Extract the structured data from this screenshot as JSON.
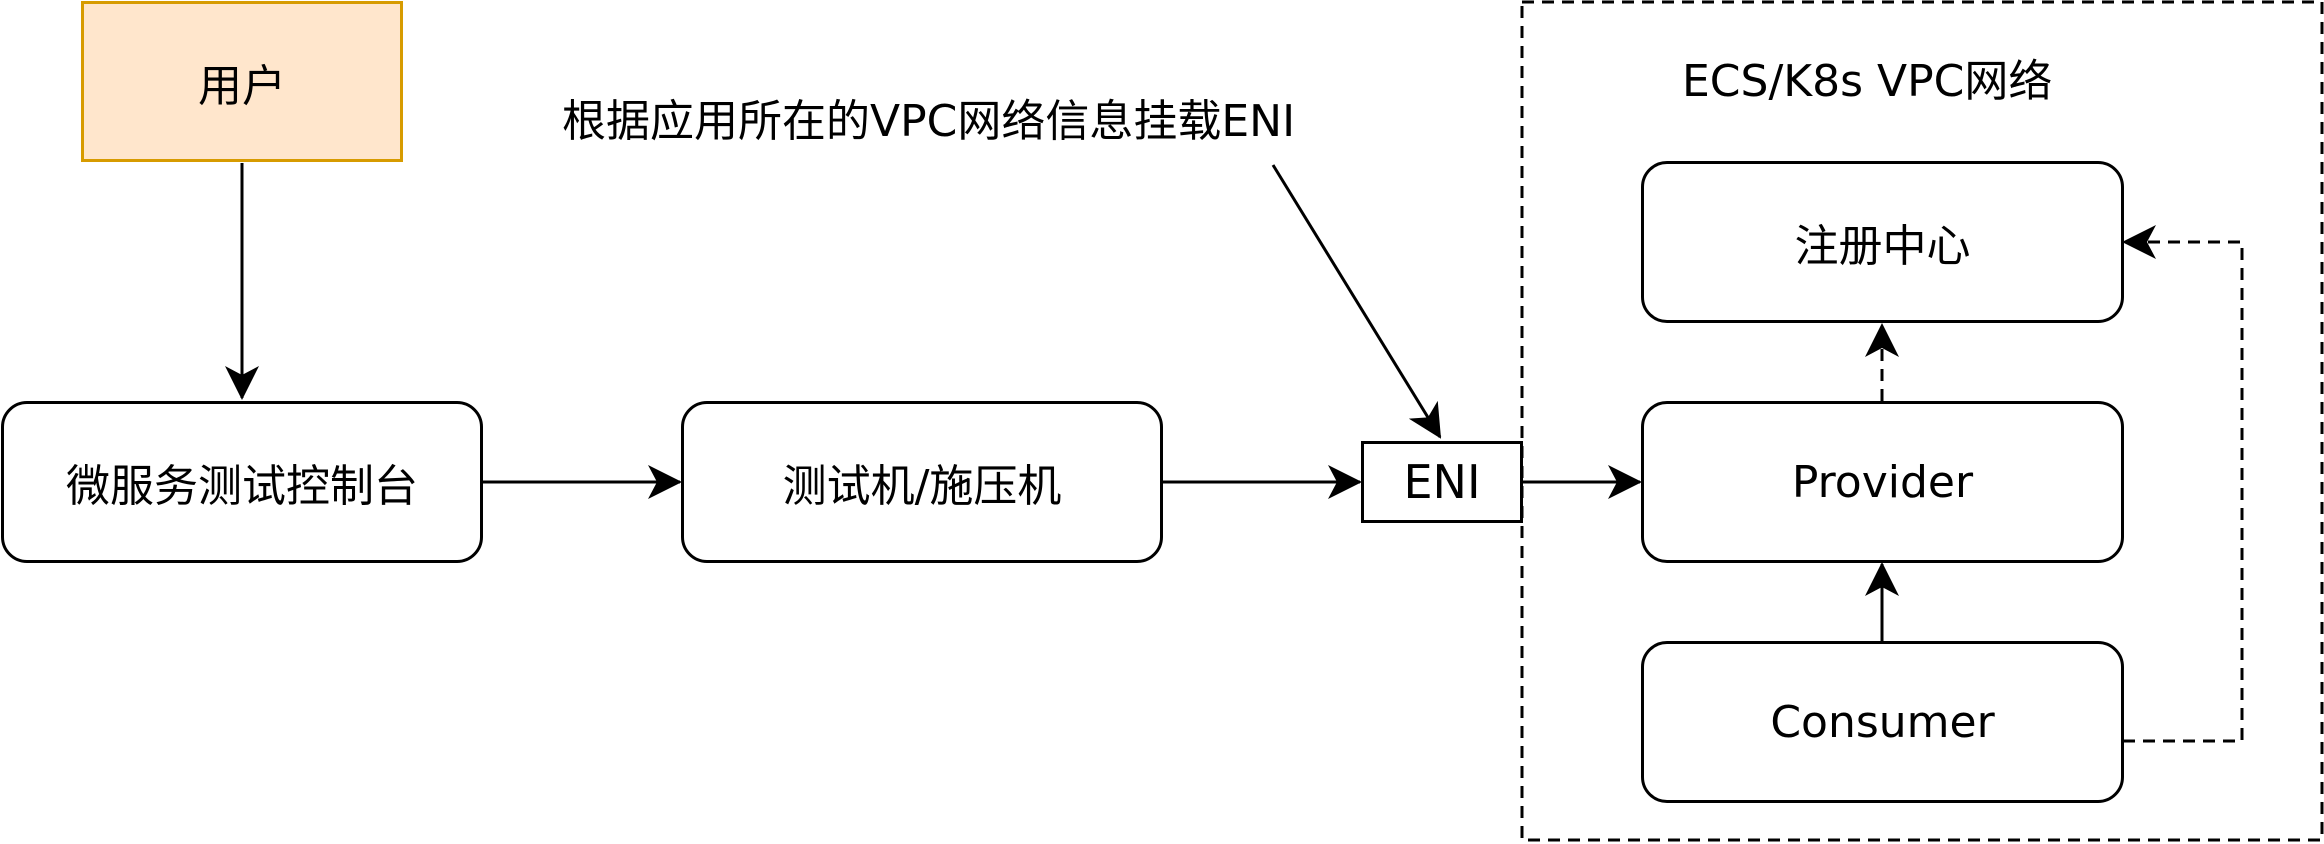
{
  "nodes": {
    "user": "用户",
    "console": "微服务测试控制台",
    "test_machine": "测试机/施压机",
    "eni": "ENI",
    "registry": "注册中心",
    "provider": "Provider",
    "consumer": "Consumer"
  },
  "labels": {
    "vpc_group": "ECS/K8s VPC网络",
    "eni_note": "根据应用所在的VPC网络信息挂载ENI"
  },
  "colors": {
    "user_fill": "#ffe6cc",
    "user_stroke": "#d79b00",
    "stroke": "#000000"
  }
}
